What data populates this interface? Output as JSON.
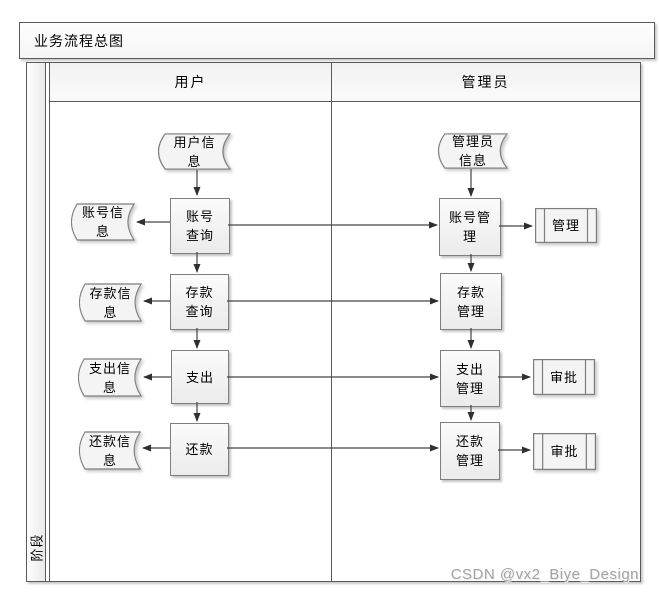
{
  "title": "业务流程总图",
  "stage_label": "阶段",
  "watermark": "CSDN @vx2_Biye_Design",
  "lanes": [
    {
      "label": "用户"
    },
    {
      "label": "管理员"
    }
  ],
  "nodes": {
    "user_info": {
      "label": "用户信\n息",
      "shape": "data-store"
    },
    "account_query": {
      "label": "账号\n查询",
      "shape": "process"
    },
    "account_info": {
      "label": "账号信\n息",
      "shape": "data-store"
    },
    "deposit_query": {
      "label": "存款\n查询",
      "shape": "process"
    },
    "deposit_info": {
      "label": "存款信\n息",
      "shape": "data-store"
    },
    "expense": {
      "label": "支出",
      "shape": "process"
    },
    "expense_info": {
      "label": "支出信\n息",
      "shape": "data-store"
    },
    "repay": {
      "label": "还款",
      "shape": "process"
    },
    "repay_info": {
      "label": "还款信\n息",
      "shape": "data-store"
    },
    "admin_info": {
      "label": "管理员\n信息",
      "shape": "data-store"
    },
    "account_mgmt": {
      "label": "账号管\n理",
      "shape": "process"
    },
    "manage": {
      "label": "管理",
      "shape": "predefined-process"
    },
    "deposit_mgmt": {
      "label": "存款\n管理",
      "shape": "process"
    },
    "expense_mgmt": {
      "label": "支出\n管理",
      "shape": "process"
    },
    "approve_expense": {
      "label": "审批",
      "shape": "predefined-process"
    },
    "repay_mgmt": {
      "label": "还款\n管理",
      "shape": "process"
    },
    "approve_repay": {
      "label": "审批",
      "shape": "predefined-process"
    }
  },
  "colors": {
    "frame_border": "#5a5a5a",
    "shape_border": "#7e7e7e",
    "shape_fill": "#f4f4f4",
    "connector": "#444444",
    "watermark_text": "#a3a3a3"
  }
}
